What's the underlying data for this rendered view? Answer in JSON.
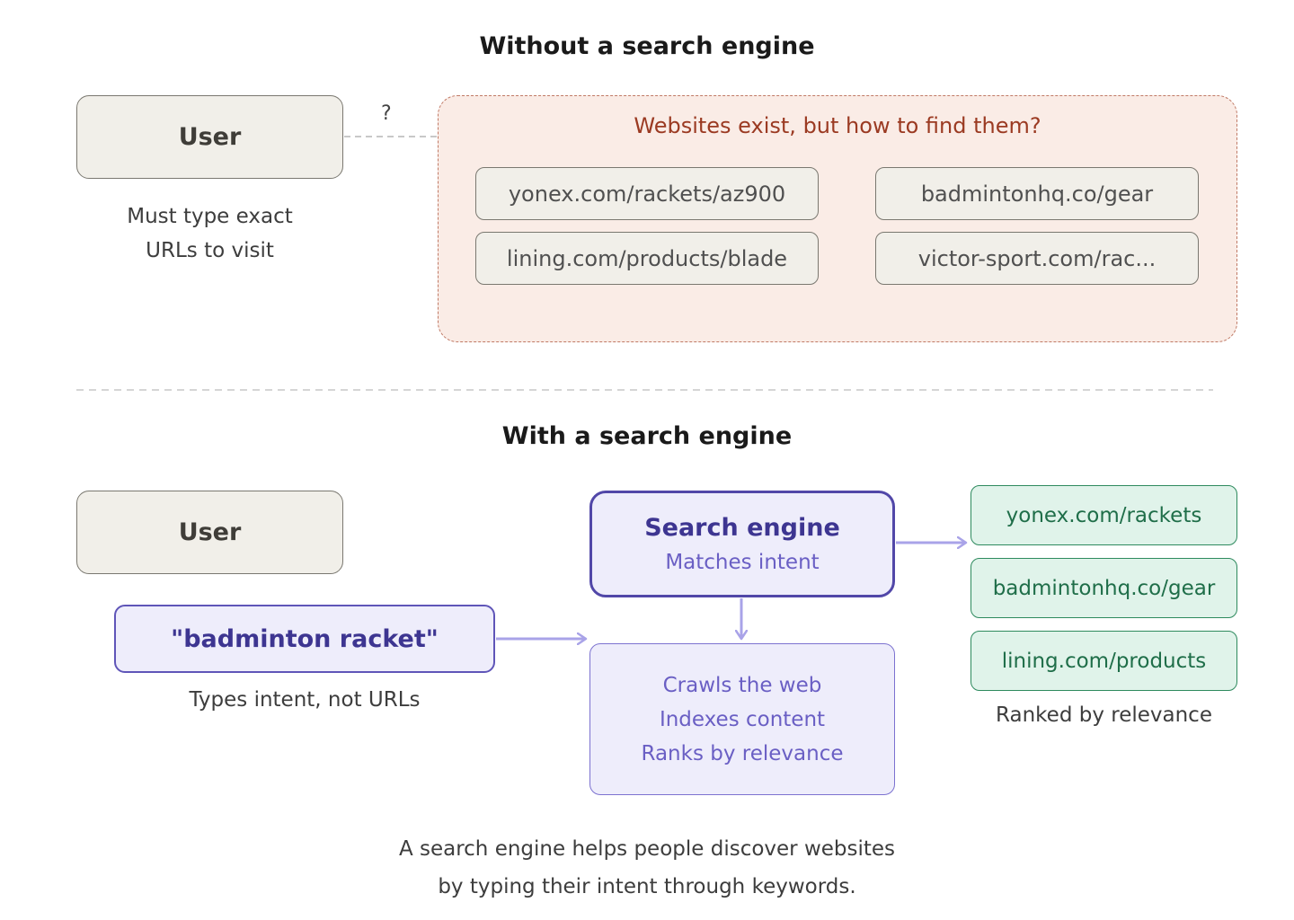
{
  "top": {
    "title": "Without a search engine",
    "user_label": "User",
    "question_mark": "?",
    "user_caption": [
      "Must type exact",
      "URLs to visit"
    ],
    "area_title": "Websites exist, but how to find them?",
    "urls": [
      "yonex.com/rackets/az900",
      "badmintonhq.co/gear",
      "lining.com/products/blade",
      "victor-sport.com/rac..."
    ]
  },
  "bottom": {
    "title": "With a search engine",
    "user_label": "User",
    "query": "\"badminton racket\"",
    "query_caption": "Types intent, not URLs",
    "engine": {
      "title": "Search engine",
      "subtitle": "Matches intent"
    },
    "engine_steps": [
      "Crawls the web",
      "Indexes content",
      "Ranks by relevance"
    ],
    "results": [
      "yonex.com/rackets",
      "badmintonhq.co/gear",
      "lining.com/products"
    ],
    "results_caption": "Ranked by relevance"
  },
  "footer": [
    "A search engine helps people discover websites",
    "by typing their intent through keywords."
  ],
  "colors": {
    "neutral_fill": "#f1efe9",
    "warning_fill": "#faece6",
    "warning_text": "#9b3a22",
    "purple_fill": "#eeedfb",
    "purple_dark": "#3d3591",
    "purple_mid": "#6a5fc4",
    "arrow": "#a9a3e8",
    "green_fill": "#e0f3ea",
    "green_text": "#1f6e49"
  }
}
